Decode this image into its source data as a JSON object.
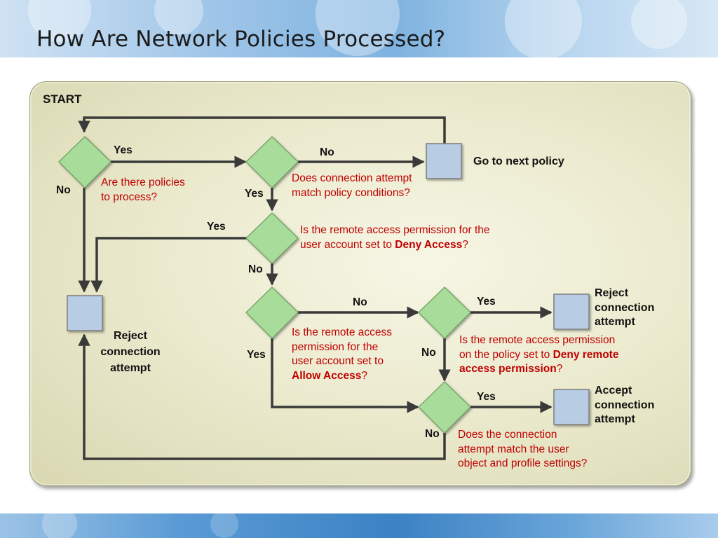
{
  "slide": {
    "title": "How Are Network Policies Processed?"
  },
  "flowchart": {
    "start": "START",
    "questions": {
      "q1": [
        "Are there policies",
        "to process?"
      ],
      "q2": [
        "Does connection attempt",
        "match policy conditions?"
      ],
      "q3_line1": "Is the remote access permission for the",
      "q3_pre": "user account set to ",
      "q3_bold": "Deny Access",
      "q3_post": "?",
      "q4_lines": [
        "Is the remote access",
        "permission for the",
        "user account set to"
      ],
      "q4_bold": "Allow Access",
      "q4_post": "?",
      "q5_line1": "Is the remote access permission",
      "q5_pre": "on the policy set to ",
      "q5_bold": "Deny remote",
      "q5_bold2": "access permission",
      "q5_post": "?",
      "q6": [
        "Does the connection",
        "attempt match the user",
        "object and profile settings?"
      ]
    },
    "outcomes": {
      "next_policy": "Go to next policy",
      "reject_left": [
        "Reject",
        "connection",
        "attempt"
      ],
      "reject_right": [
        "Reject",
        "connection",
        "attempt"
      ],
      "accept": [
        "Accept",
        "connection",
        "attempt"
      ]
    },
    "branch_labels": {
      "q1_yes": "Yes",
      "q1_no": "No",
      "q2_no": "No",
      "q2_yes": "Yes",
      "q3_yes": "Yes",
      "q3_no": "No",
      "q4_no": "No",
      "q4_yes": "Yes",
      "q5_yes": "Yes",
      "q5_no": "No",
      "q6_yes": "Yes",
      "q6_no": "No"
    },
    "colors": {
      "decision_fill": "#a8dc9a",
      "process_fill": "#b8cce4",
      "question_text": "#c00000",
      "connector": "#3a3a3a",
      "panel": "#ecebcf"
    }
  }
}
